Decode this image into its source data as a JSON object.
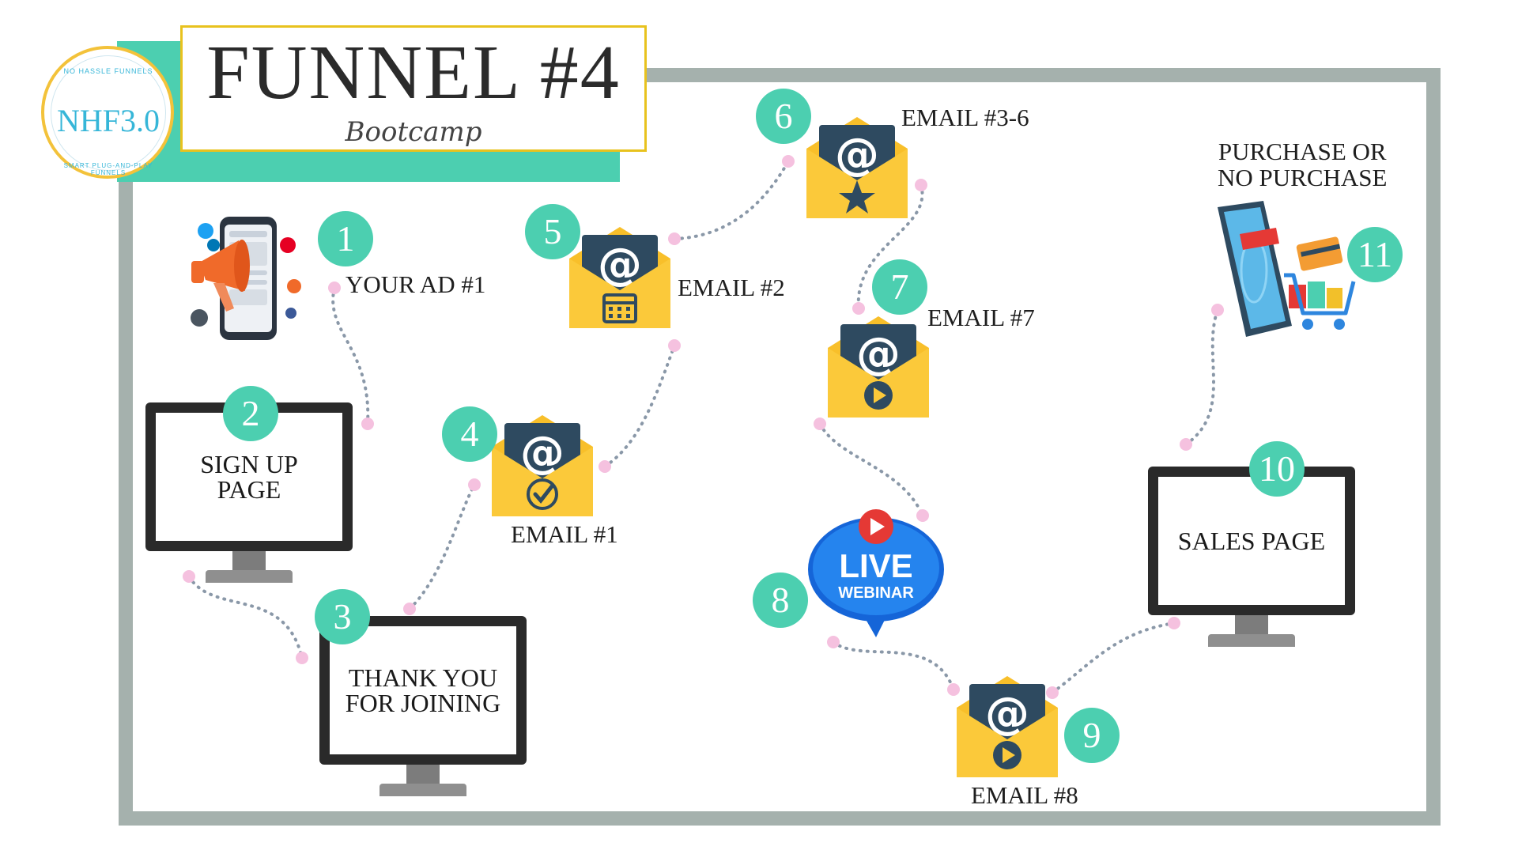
{
  "header": {
    "title": "FUNNEL #4",
    "subtitle": "Bootcamp"
  },
  "logo": {
    "main": "NHF3.0",
    "ring_top": "NO HASSLE FUNNELS",
    "ring_bottom": "SMART PLUG-AND-PLAY FUNNELS"
  },
  "colors": {
    "accent_teal": "#4ccfb0",
    "frame_gray": "#a5b1ad",
    "gold": "#e8c21e",
    "envelope_yellow": "#f8bf2a",
    "envelope_navy": "#2e4a60",
    "dot_pink": "#f5c1df",
    "dot_gray": "#8a98a8"
  },
  "steps": [
    {
      "number": "1",
      "label": "YOUR AD #1",
      "icon": "megaphone-phone-icon"
    },
    {
      "number": "2",
      "label": "SIGN UP\nPAGE",
      "icon": "monitor-icon"
    },
    {
      "number": "3",
      "label": "THANK YOU\nFOR JOINING",
      "icon": "monitor-icon"
    },
    {
      "number": "4",
      "label": "EMAIL #1",
      "icon": "email-check-icon"
    },
    {
      "number": "5",
      "label": "EMAIL #2",
      "icon": "email-calendar-icon"
    },
    {
      "number": "6",
      "label": "EMAIL #3-6",
      "icon": "email-star-icon"
    },
    {
      "number": "7",
      "label": "EMAIL #7",
      "icon": "email-play-icon"
    },
    {
      "number": "8",
      "label": "",
      "icon": "live-webinar-bubble-icon"
    },
    {
      "number": "9",
      "label": "EMAIL #8",
      "icon": "email-play-icon"
    },
    {
      "number": "10",
      "label": "SALES PAGE",
      "icon": "monitor-icon"
    },
    {
      "number": "11",
      "label": "PURCHASE OR\nNO PURCHASE",
      "icon": "shopping-cart-tablet-icon"
    }
  ],
  "webinar": {
    "line1": "LIVE",
    "line2": "WEBINAR"
  }
}
